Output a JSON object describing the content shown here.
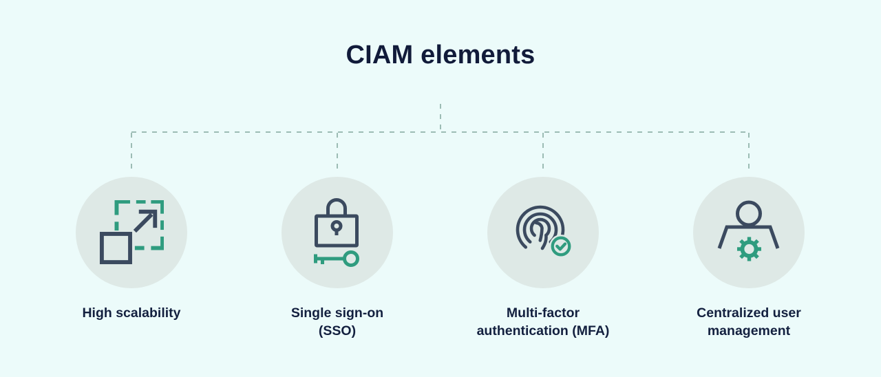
{
  "title": "CIAM elements",
  "colors": {
    "background": "#ecfbfa",
    "circle_fill": "#dee9e6",
    "icon_navy": "#3b4a5f",
    "accent_teal": "#2f9c7f",
    "connector_dash": "#9cbcb4",
    "text_navy": "#13203f"
  },
  "elements": [
    {
      "icon": "scale-expand-icon",
      "label": "High scalability",
      "label_lines": [
        "High scalability"
      ]
    },
    {
      "icon": "lock-key-icon",
      "label": "Single sign-on (SSO)",
      "label_lines": [
        "Single sign-on",
        "(SSO)"
      ]
    },
    {
      "icon": "fingerprint-check-icon",
      "label": "Multi-factor authentication (MFA)",
      "label_lines": [
        "Multi-factor",
        "authentication (MFA)"
      ]
    },
    {
      "icon": "user-settings-icon",
      "label": "Centralized user management",
      "label_lines": [
        "Centralized user",
        "management"
      ]
    }
  ]
}
